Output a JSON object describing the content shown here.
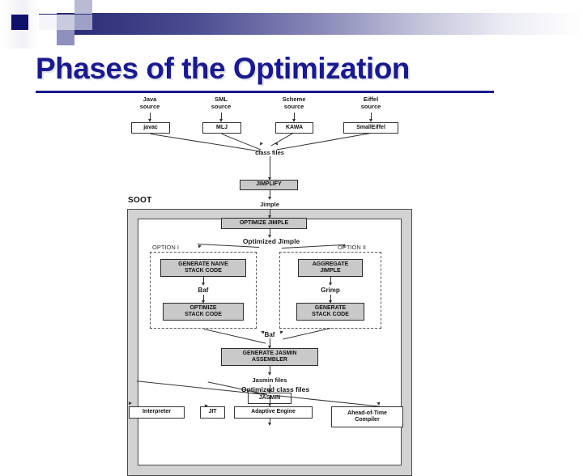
{
  "slide": {
    "title": "Phases of the Optimization"
  },
  "decoration": {
    "band_name": "gradient-band",
    "accent_color": "#1a1a8c",
    "squares": [
      "dark-square",
      "white-square",
      "pale-square",
      "light-blue-square",
      "mid-blue-square",
      "blue-square",
      "violet-square",
      "blank-square"
    ]
  },
  "diagram": {
    "name": "soot-optimization-pipeline",
    "frontend": {
      "sources": [
        {
          "label": "Java\nsource",
          "compiler": "javac"
        },
        {
          "label": "SML\nsource",
          "compiler": "MLJ"
        },
        {
          "label": "Scheme\nsource",
          "compiler": "KAWA"
        },
        {
          "label": "Eiffel\nsource",
          "compiler": "SmallEiffel"
        }
      ],
      "merge_label": "class files"
    },
    "soot": {
      "label": "SOOT",
      "jimplify": "JIMPLIFY",
      "jimple_label": "Jimple",
      "optimize_jimple": "OPTIMIZE JIMPLE",
      "optimized_jimple_label": "Optimized Jimple",
      "option_one": {
        "label": "OPTION I",
        "first_box": "GENERATE NAIVE\nSTACK CODE",
        "edge_label": "Baf",
        "second_box": "OPTIMIZE\nSTACK CODE"
      },
      "option_two": {
        "label": "OPTION II",
        "first_box": "AGGREGATE\nJIMPLE",
        "edge_label": "Grimp",
        "second_box": "GENERATE\nSTACK CODE"
      },
      "join_label": "Baf",
      "jasmin_assembler": "GENERATE JASMIN\nASSEMBLER",
      "jasmin_files_label": "Jasmin files",
      "jasmin": "JASMIN"
    },
    "output_label": "Optimized class files",
    "backends": [
      "Interpreter",
      "JIT",
      "Adaptive Engine",
      "Ahead-of-Time\nCompiler"
    ]
  }
}
